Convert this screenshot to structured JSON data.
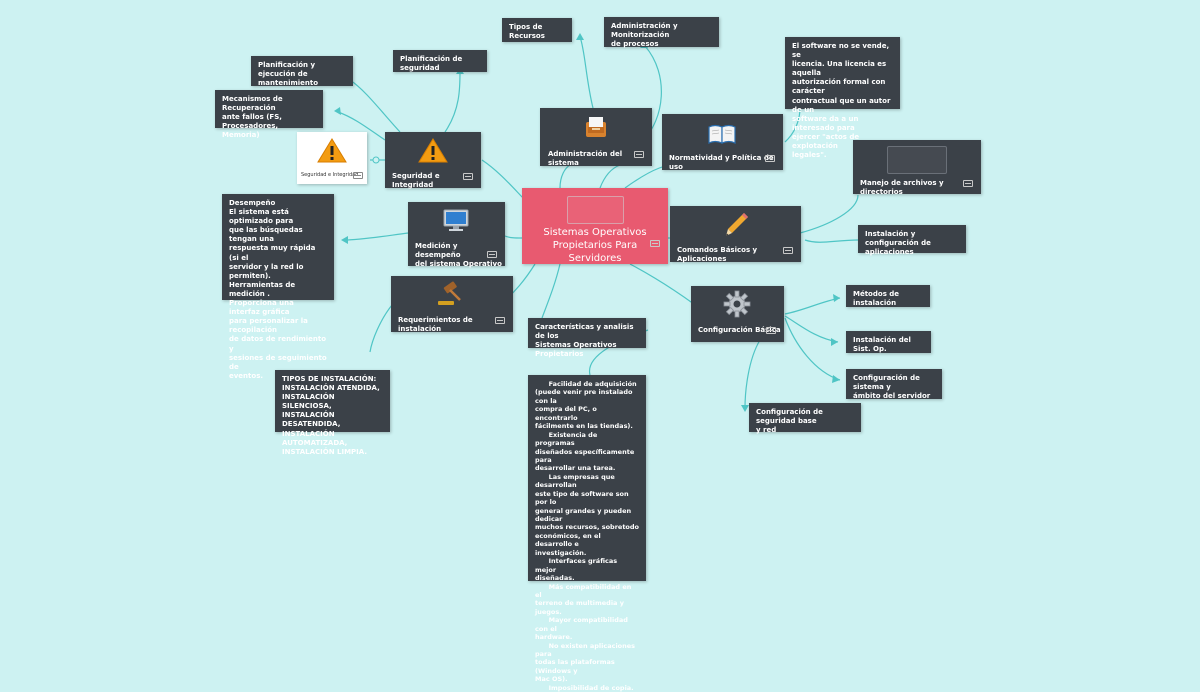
{
  "colors": {
    "background": "#cdf2f2",
    "node": "#3b4148",
    "center": "#e85a70",
    "line": "#4fc5c5"
  },
  "center": {
    "title": "Sistemas Operativos\nPropietarios Para Servidores"
  },
  "nodes": {
    "tipos_recursos": "Tipos de Recursos",
    "admin_monitor": "Administración y Monitorización\nde procesos",
    "planif_seguridad": "Planificación de seguridad",
    "planif_mant": "Planificación y ejecución de\nmantenimiento",
    "mecanismos": "Mecanismos de Recuperación\nante fallos (FS, Procesadores,\nMemoria)",
    "licencia": "El software no se vende, se\nlicencia. Una licencia es aquella\nautorización formal con carácter\ncontractual que un autor de un\nsoftware da a un interesado para\nejercer \"actos de explotación\nlegales\".",
    "admin_sistema": "Administración del sistema",
    "normatividad": "Normatividad y Política de uso",
    "manejo_archivos": "Manejo de archivos y directorios",
    "seguridad_card": "Seguridad e Integridad",
    "seguridad": "Seguridad e Integridad",
    "desempeno": "Desempeño\nEl sistema está optimizado para\nque las búsquedas tengan una\nrespuesta muy rápida (si el\nservidor y la red lo permiten).\nHerramientas de medición .\nProporciona una interfaz gráfica\npara personalizar la recopilación\nde datos de rendimiento y\nsesiones de seguimiento de\neventos.",
    "medicion": "Medición y desempeño\ndel sistema Operativo",
    "comandos": "Comandos Básicos y Aplicaciones",
    "instalacion_config": "Instalación y configuración de\naplicaciones",
    "requerimientos": "Requerimientos de instalación",
    "caracteristicas": "Características y analisis de los\nSistemas Operativos Propietarios",
    "config_basica": "Configuración Básica",
    "metodos": "Métodos de instalación",
    "instalacion_sist": "Instalación del Sist. Op.",
    "config_sistema": "Configuración de sistema y\námbito del servidor",
    "config_seguridad": "Configuración de seguridad base\ny red",
    "tipos_instalacion": "TIPOS DE INSTALACIÓN:\nINSTALACIÓN ATENDIDA,\nINSTALACIÓN SILENCIOSA,\nINSTALACIÓN DESATENDIDA,\nINSTALACIÓN AUTOMATIZADA,\nINSTALACIÓN LIMPIA.",
    "ventajas": "      Facilidad de adquisición\n(puede venir pre instalado con la\ncompra del PC, o  encontrarlo\nfácilmente en las tiendas).\n      Existencia de programas\ndiseñados específicamente para\ndesarrollar una tarea.\n      Las empresas que desarrollan\neste tipo de software son por lo\ngeneral grandes y pueden dedicar\nmuchos recursos, sobretodo\neconómicos, en el desarrollo e\ninvestigación.\n      Interfaces gráficas mejor\ndiseñadas.\n      Más compatibilidad en el\nterreno de multimedia y juegos.\n      Mayor compatibilidad con el\nhardware.\n      No existen aplicaciones para\ntodas las plataformas (Windows y\nMac OS).\n      Imposibilidad de copia."
  },
  "icons": {
    "admin_sistema": "inbox-tray-icon",
    "normatividad": "open-book-icon",
    "seguridad": "warning-icon",
    "medicion": "monitor-icon",
    "comandos": "pencil-icon",
    "requerimientos": "gavel-icon",
    "config_basica": "gear-icon",
    "note": "note-icon"
  }
}
